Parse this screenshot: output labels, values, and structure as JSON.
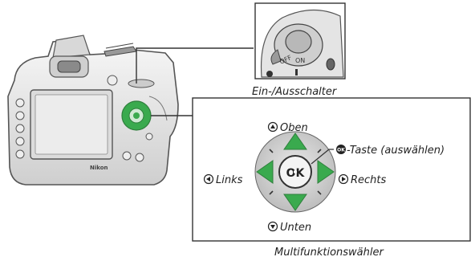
{
  "power_switch": {
    "caption": "Ein-/Ausschalter",
    "off_label": "OFF",
    "on_label": "ON"
  },
  "camera": {
    "brand": "Nikon"
  },
  "multi_selector": {
    "caption": "Multifunktionswähler",
    "center_label": "OK",
    "up_label": "Oben",
    "down_label": "Unten",
    "left_label": "Links",
    "right_label": "Rechts",
    "ok_button_label": "-Taste (auswählen)",
    "accent_color": "#3aaa4e"
  }
}
